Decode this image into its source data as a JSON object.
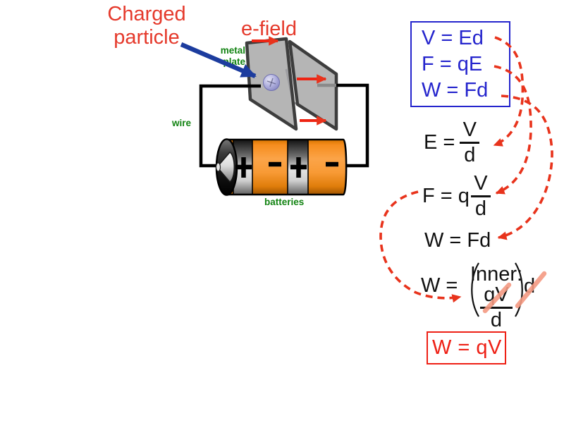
{
  "labels": {
    "charged_particle": "Charged\nparticle",
    "e_field": "e-field",
    "metal_plate": "metal\nplate",
    "wire": "wire",
    "batteries": "batteries"
  },
  "boxed_equations": {
    "line1": "V = Ed",
    "line2": "F = qE",
    "line3": "W = Fd"
  },
  "derived_equations": {
    "e_field": {
      "lhs": "E =",
      "numerator": "V",
      "denominator": "d"
    },
    "force": {
      "lhs": "F = q",
      "numerator": "V",
      "denominator": "d"
    },
    "work": "W = Fd",
    "work_expanded": {
      "lhs": "W =",
      "numerator": "qV",
      "denominator": "d",
      "multiplier": "d"
    },
    "result": "W = qV"
  },
  "battery": {
    "terminal_symbols": [
      "+",
      "−",
      "+",
      "−"
    ]
  },
  "colors": {
    "label_red": "#e5392b",
    "label_green": "#128312",
    "equation_blue": "#2525cd",
    "equation_black": "#111111",
    "result_red": "#ee2015",
    "dashed_arrow_red": "#e8331c",
    "efield_arrow_red": "#ee2413",
    "pointer_blue": "#1c3c9e",
    "plate_gray": "#b5b5b5",
    "battery_orange": "#f89225",
    "cancel_mark_salmon": "#f49a82"
  }
}
